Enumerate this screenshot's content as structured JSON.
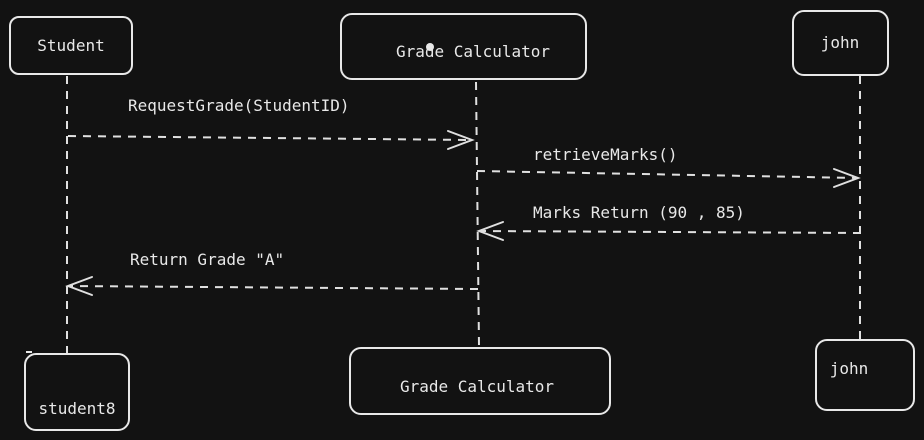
{
  "participants": {
    "student": {
      "top_label": "Student",
      "bottom_label": "student8"
    },
    "calculator": {
      "top_label": "Grade Calculator",
      "bottom_label": "Grade Calculator"
    },
    "john": {
      "top_label": "john",
      "bottom_label": "john"
    }
  },
  "messages": [
    {
      "label": "RequestGrade(StudentID)",
      "from": "student",
      "to": "calculator"
    },
    {
      "label": "retrieveMarks()",
      "from": "calculator",
      "to": "john"
    },
    {
      "label": "Marks Return (90 , 85)",
      "from": "john",
      "to": "calculator"
    },
    {
      "label": "Return Grade \"A\"",
      "from": "calculator",
      "to": "student"
    }
  ],
  "colors": {
    "background": "#121212",
    "stroke": "#e8e8e8",
    "text": "#e8e8e8"
  }
}
